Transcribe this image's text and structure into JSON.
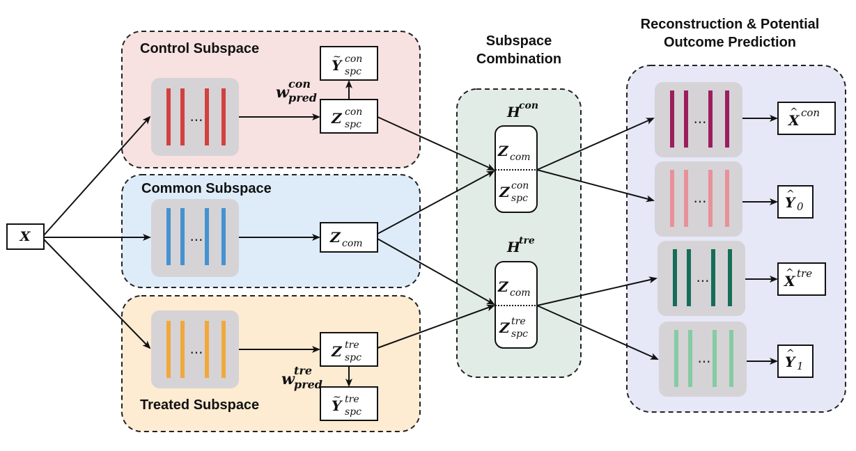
{
  "panels": {
    "control": "Control Subspace",
    "common": "Common Subspace",
    "treated": "Treated Subspace",
    "combination_line1": "Subspace",
    "combination_line2": "Combination",
    "recon_line1": "Reconstruction & Potential",
    "recon_line2": "Outcome Prediction"
  },
  "symbols": {
    "x": "X",
    "z": "Z",
    "y": "Y",
    "h": "H",
    "w": "w",
    "com": "com",
    "spc": "spc",
    "con": "con",
    "tre": "tre",
    "pred": "pred",
    "zero": "0",
    "one": "1",
    "tilde": "~",
    "hat": "^",
    "ellipsis": "..."
  },
  "colors": {
    "control_bg": "#f7e1e1",
    "common_bg": "#deecf9",
    "treated_bg": "#fdebd2",
    "combination_bg": "#e2ece6",
    "recon_bg": "#e6e7f7",
    "network_bg": "#d6d3d6",
    "control_bars": "#d2413f",
    "common_bars": "#4592d1",
    "treated_bars": "#f1a83b",
    "xcon_bars": "#9b1e5d",
    "y0_bars": "#e8919a",
    "xtre_bars": "#166e58",
    "y1_bars": "#85cba5"
  }
}
